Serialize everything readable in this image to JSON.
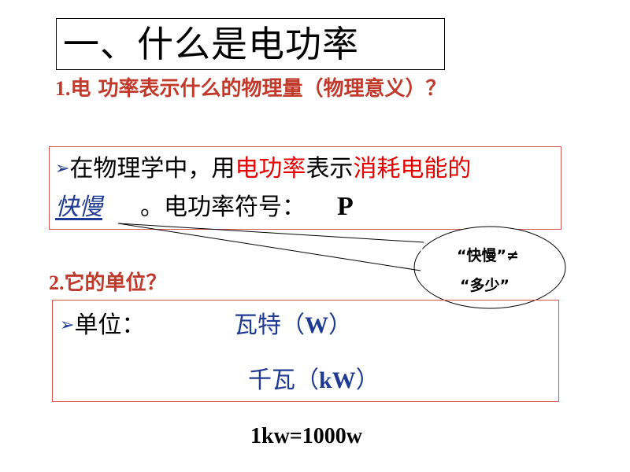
{
  "title": "一、什么是电功率",
  "question1": {
    "number": "1.",
    "text": "电 功率表示什么的物理量（物理意义）？"
  },
  "definition": {
    "bullet": "➢",
    "part1": "在物理学中，用",
    "part2_red": "电功率",
    "part3": "表示",
    "part4_red": "消耗电能的",
    "slow_fast": "快慢",
    "part5": "。电功率符号：",
    "symbol": "P"
  },
  "callout": {
    "line1": "“快慢”≠",
    "line2": "“多少”"
  },
  "question2": {
    "number": "2.",
    "text": "它的单位？"
  },
  "units": {
    "bullet": "➢",
    "label": "单位：",
    "unit1_cn": "瓦特（",
    "unit1_en": "W",
    "unit1_close": "）",
    "unit2_cn": "千瓦（",
    "unit2_en": "kW",
    "unit2_close": "）"
  },
  "equation": "1kw=1000w",
  "colors": {
    "red_text": "#c0392b",
    "bright_red": "#e60000",
    "blue": "#1f3a93",
    "box_border": "#d9534f"
  }
}
